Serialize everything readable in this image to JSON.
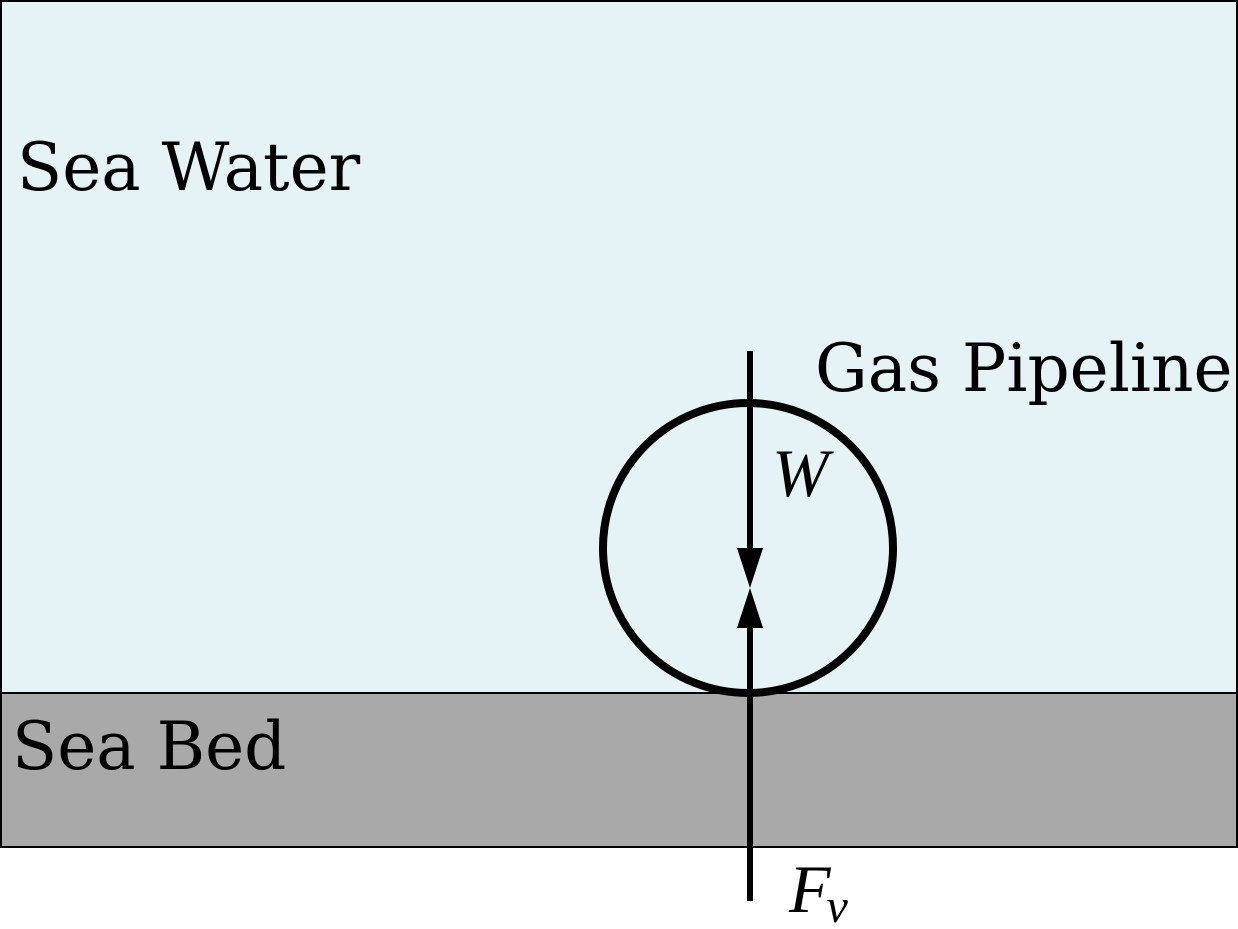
{
  "labels": {
    "sea_water": "Sea Water",
    "gas_pipeline": "Gas Pipeline",
    "sea_bed": "Sea Bed",
    "weight_symbol": "W",
    "vertical_force_symbol": "F",
    "vertical_force_subscript": "v"
  },
  "colors": {
    "sea_water": "#e5f3f7",
    "sea_bed": "#a9a9a9",
    "outline": "#000000"
  }
}
